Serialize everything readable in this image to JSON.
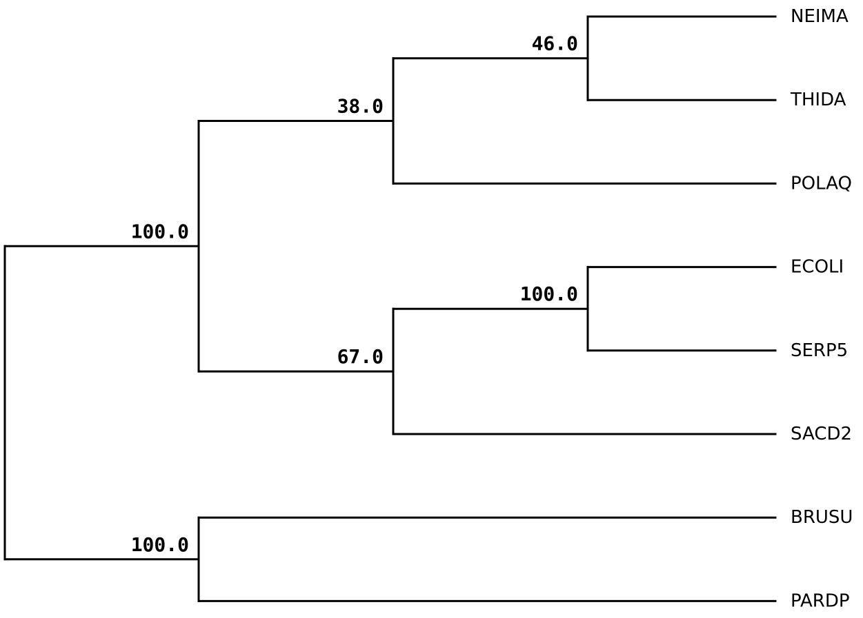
{
  "tree": {
    "leaves": [
      "NEIMA",
      "THIDA",
      "POLAQ",
      "ECOLI",
      "SERP5",
      "SACD2",
      "BRUSU",
      "PARDP"
    ],
    "clades": [
      {
        "id": "c_neima_thida",
        "support": "46.0",
        "children": [
          "NEIMA",
          "THIDA"
        ]
      },
      {
        "id": "c_38",
        "support": "38.0",
        "children": [
          "c_neima_thida",
          "POLAQ"
        ]
      },
      {
        "id": "c_ecoli_serp5",
        "support": "100.0",
        "children": [
          "ECOLI",
          "SERP5"
        ]
      },
      {
        "id": "c_67",
        "support": "67.0",
        "children": [
          "c_ecoli_serp5",
          "SACD2"
        ]
      },
      {
        "id": "c_100_main",
        "support": "100.0",
        "children": [
          "c_38",
          "c_67"
        ]
      },
      {
        "id": "c_brusu_pardp",
        "support": "100.0",
        "children": [
          "BRUSU",
          "PARDP"
        ]
      },
      {
        "id": "root",
        "support": "",
        "children": [
          "c_100_main",
          "c_brusu_pardp"
        ]
      }
    ],
    "line_color": "#000000"
  }
}
